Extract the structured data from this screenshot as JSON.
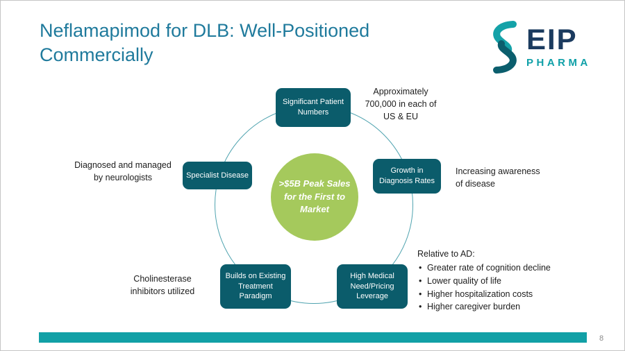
{
  "slide": {
    "title": "Neflamapimod for DLB: Well-Positioned\nCommercially",
    "page_number": "8"
  },
  "logo": {
    "wordmark": "EIP",
    "subtext": "PHARMA"
  },
  "diagram": {
    "center_circle": ">$5B Peak Sales\nfor the First to\nMarket",
    "nodes": {
      "top": "Significant Patient\nNumbers",
      "left": "Specialist Disease",
      "right": "Growth in\nDiagnosis Rates",
      "bottom_left": "Builds on Existing\nTreatment\nParadigm",
      "bottom_right": "High Medical\nNeed/Pricing\nLeverage"
    },
    "annotations": {
      "top_right": "Approximately\n700,000 in each of\nUS & EU",
      "left": "Diagnosed and managed\nby neurologists",
      "right": "Increasing awareness\nof disease",
      "bottom_left": "Cholinesterase\ninhibitors utilized",
      "relative_to_ad": {
        "title": "Relative to AD:",
        "bullets": [
          "Greater rate of cognition decline",
          "Lower quality of life",
          "Higher hospitalization costs",
          "Higher caregiver burden"
        ]
      }
    }
  },
  "colors": {
    "title_teal": "#1F7A9C",
    "node_teal": "#0B5C6B",
    "center_green": "#A5C95C",
    "accent_bar": "#12A0A6",
    "logo_navy": "#1B3B5F",
    "logo_teal": "#0FA0A8"
  }
}
